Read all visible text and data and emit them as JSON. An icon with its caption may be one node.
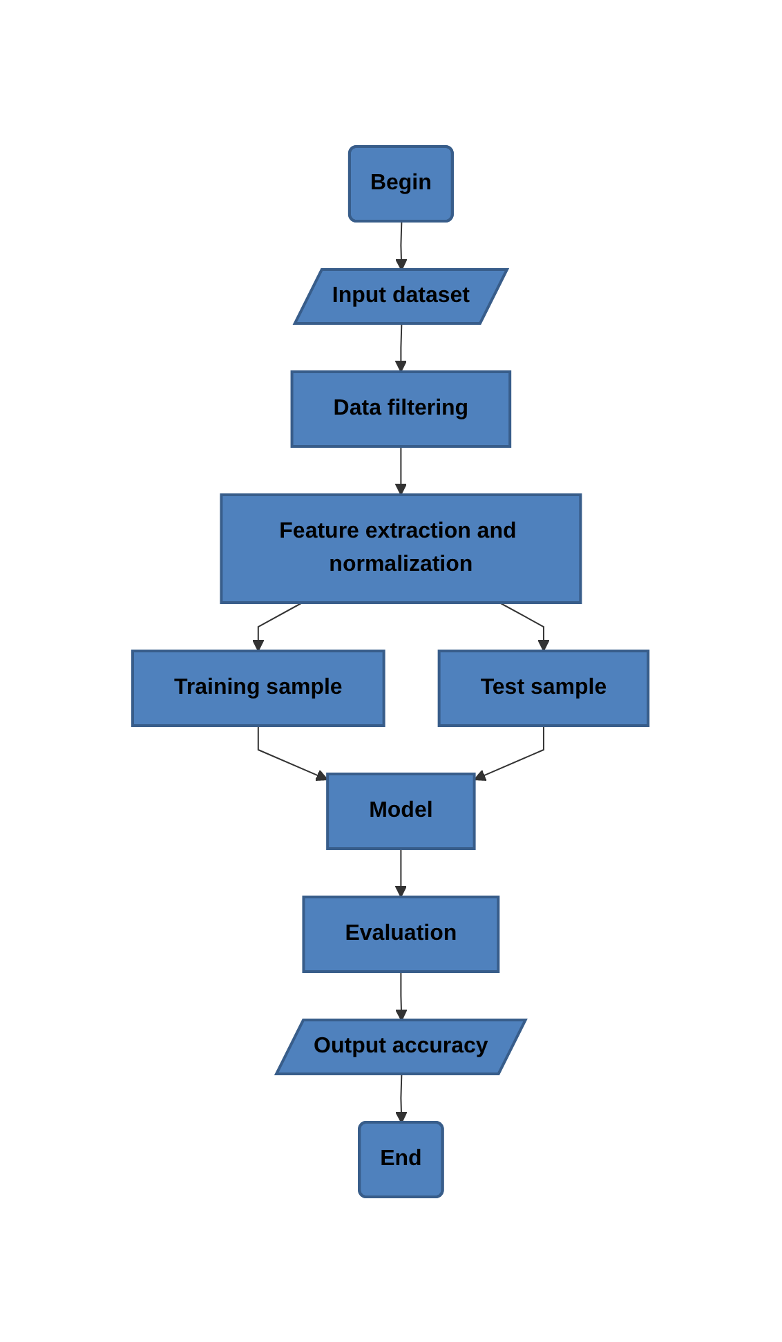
{
  "diagram": {
    "nodes": [
      {
        "text": [
          "Begin"
        ]
      },
      {
        "text": [
          "Input dataset"
        ]
      },
      {
        "text": [
          "Data filtering"
        ]
      },
      {
        "text": [
          "Feature extraction and normalization"
        ]
      },
      {
        "text": [
          "Training sample"
        ]
      },
      {
        "text": [
          "Test sample"
        ]
      },
      {
        "text": [
          "Model"
        ]
      },
      {
        "text": [
          "Evaluation"
        ]
      },
      {
        "text": [
          "Output accuracy"
        ]
      },
      {
        "text": [
          "End"
        ]
      }
    ],
    "edges": [
      {
        "from": 0,
        "to": 1,
        "arrow": "to"
      },
      {
        "from": 1,
        "to": 2,
        "arrow": "to"
      },
      {
        "from": 2,
        "to": 3,
        "arrow": "to"
      },
      {
        "from": 3,
        "to": 4,
        "arrow": "to"
      },
      {
        "from": 3,
        "to": 5,
        "arrow": "to"
      },
      {
        "from": 4,
        "to": 6,
        "arrow": "to"
      },
      {
        "from": 5,
        "to": 6,
        "arrow": "to"
      },
      {
        "from": 6,
        "to": 7,
        "arrow": "to"
      },
      {
        "from": 7,
        "to": 8,
        "arrow": "to"
      },
      {
        "from": 8,
        "to": 9,
        "arrow": "to"
      }
    ]
  }
}
